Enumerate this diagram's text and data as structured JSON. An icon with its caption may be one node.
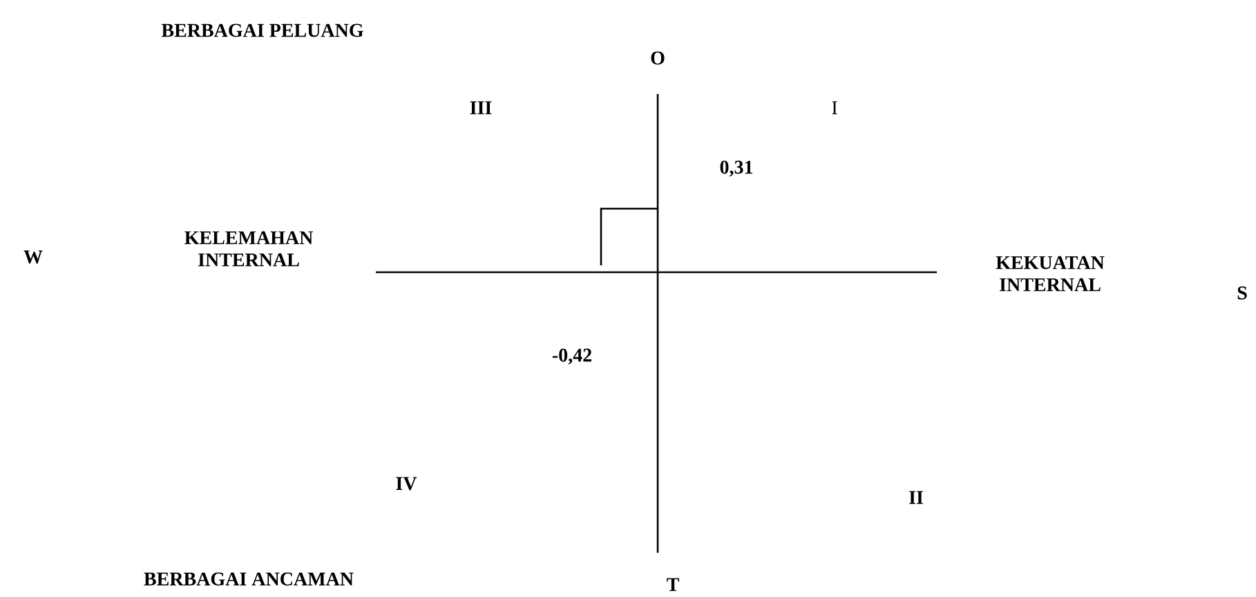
{
  "diagram": {
    "labels": [
      "BERBAGAI PELUANG",
      "O",
      "III",
      "I",
      "0,31",
      "W",
      "KELEMAHAN INTERNAL",
      "KEKUATAN INTERNAL",
      "S",
      "-0,42",
      "IV",
      "II",
      "BERBAGAI ANCAMAN",
      "T"
    ]
  }
}
